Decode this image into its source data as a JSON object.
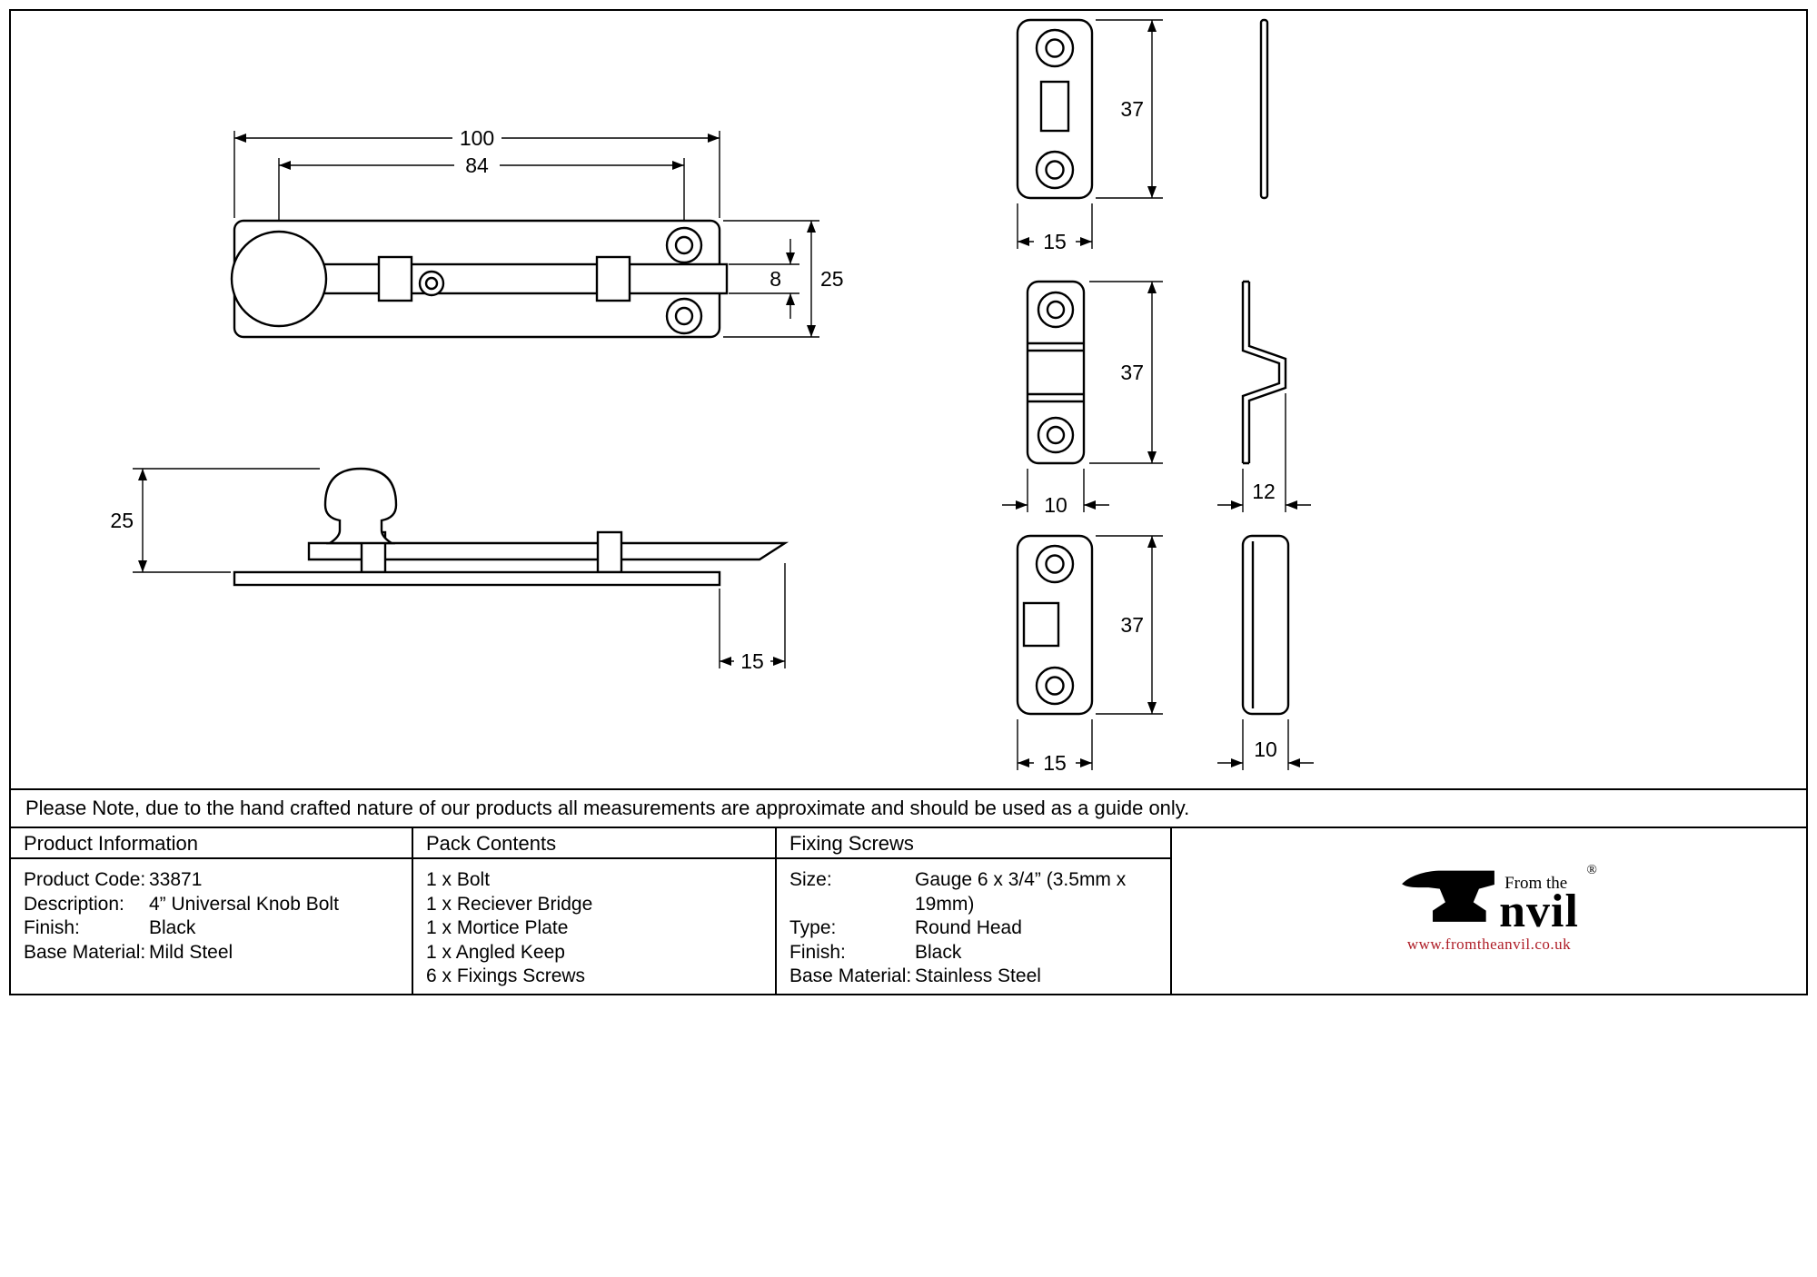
{
  "note": "Please Note, due to the hand crafted nature of our products all measurements are approximate and should be used as a guide only.",
  "colors": {
    "ink": "#000000",
    "logo_red": "#ae1c26"
  },
  "dimensions": {
    "plan_length": "100",
    "plan_screw_span": "84",
    "plan_bolt_width": "8",
    "plan_plate_width": "25",
    "side_height": "25",
    "side_throw": "15",
    "mortice_height": "37",
    "mortice_width": "15",
    "bridge_height": "37",
    "bridge_width": "10",
    "bridge_depth": "12",
    "keep_height": "37",
    "keep_width": "15",
    "keep_depth": "10"
  },
  "table": {
    "product_info": {
      "header": "Product Information",
      "rows": [
        {
          "label": "Product Code:",
          "value": "33871"
        },
        {
          "label": "Description:",
          "value": "4” Universal Knob Bolt"
        },
        {
          "label": "Finish:",
          "value": "Black"
        },
        {
          "label": "Base Material:",
          "value": "Mild Steel"
        }
      ]
    },
    "pack_contents": {
      "header": "Pack Contents",
      "items": [
        "1 x Bolt",
        "1 x Reciever Bridge",
        "1 x Mortice Plate",
        "1 x Angled Keep",
        "6 x Fixings Screws"
      ]
    },
    "fixing_screws": {
      "header": "Fixing Screws",
      "rows": [
        {
          "label": "Size:",
          "value": "Gauge 6 x 3/4” (3.5mm x 19mm)"
        },
        {
          "label": "Type:",
          "value": "Round Head"
        },
        {
          "label": "Finish:",
          "value": "Black"
        },
        {
          "label": "Base Material:",
          "value": "Stainless Steel"
        }
      ]
    }
  },
  "logo": {
    "tagline": "From the",
    "wordmark": "nvil",
    "brand": "Anvil",
    "registered": "®",
    "url": "www.fromtheanvil.co.uk"
  }
}
